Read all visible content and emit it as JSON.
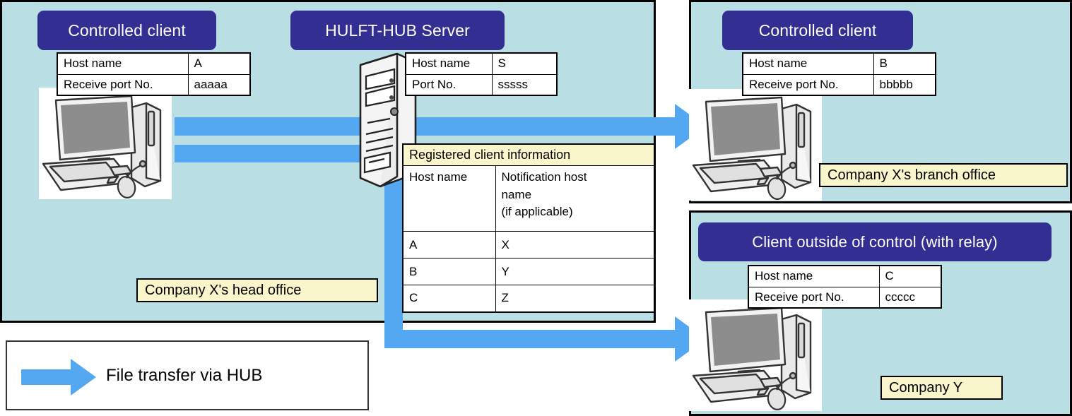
{
  "panels": {
    "head_office": {
      "tag": "Company X's head office"
    },
    "branch_office": {
      "tag": "Company X's branch office"
    },
    "company_y": {
      "tag": "Company Y"
    }
  },
  "banners": {
    "client_a": "Controlled client",
    "hub_server": "HULFT-HUB Server",
    "client_b": "Controlled client",
    "client_c": "Client outside of control (with relay)"
  },
  "tables": {
    "client_a": {
      "rows": [
        {
          "key": "Host name",
          "value": "A"
        },
        {
          "key": "Receive port No.",
          "value": "aaaaa"
        }
      ]
    },
    "hub_server": {
      "rows": [
        {
          "key": "Host name",
          "value": "S"
        },
        {
          "key": "Port No.",
          "value": "sssss"
        }
      ]
    },
    "client_b": {
      "rows": [
        {
          "key": "Host name",
          "value": "B"
        },
        {
          "key": "Receive port No.",
          "value": "bbbbb"
        }
      ]
    },
    "client_c": {
      "rows": [
        {
          "key": "Host name",
          "value": "C"
        },
        {
          "key": "Receive port No.",
          "value": "ccccc"
        }
      ]
    }
  },
  "registered_client_information": {
    "title": "Registered client information",
    "headers": {
      "host_name": "Host name",
      "notification_host_name_line1": "Notification host",
      "notification_host_name_line2": "name",
      "notification_host_name_line3": "(if applicable)"
    },
    "rows": [
      {
        "host_name": "A",
        "notification_host_name": "X"
      },
      {
        "host_name": "B",
        "notification_host_name": "Y"
      },
      {
        "host_name": "C",
        "notification_host_name": "Z"
      }
    ]
  },
  "legend": {
    "label": "File transfer via HUB",
    "arrow_icon": "right-arrow-icon"
  },
  "icons": {
    "desktop_computer": "desktop-computer-icon",
    "server_tower": "server-tower-icon",
    "arrow_right": "right-arrow-icon"
  },
  "colors": {
    "panel_background": "#b9dee3",
    "banner": "#332e92",
    "arrow": "#54a8f2",
    "callout": "#faf6cb",
    "border": "#000000"
  }
}
